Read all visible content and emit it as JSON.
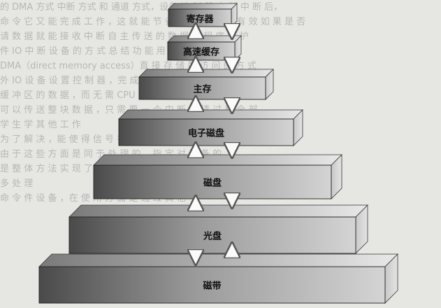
{
  "diagram": {
    "tiers": [
      {
        "label": "寄存器"
      },
      {
        "label": "高速缓存"
      },
      {
        "label": "主存"
      },
      {
        "label": "电子磁盘"
      },
      {
        "label": "磁盘"
      },
      {
        "label": "光盘"
      },
      {
        "label": "磁带"
      }
    ]
  },
  "background_text": [
    "的 DMA 方式 中断 方式 和 通道 方式，设备 控 制 器 中 断 中 断 后，",
    "命 令 它 又 能 完 成 工 作 ，这 就 能 节 省 等 待 的 时 间 有 效 如 果 是 否",
    "请 数 据 就 能 接 收 中 断 自 主 传 送 的 数 据 和 程 序 保 护",
    "件 IO 中 断 设 备 的 方 式 总 结 功 能 用 来 的 功 能 ，",
    "DMA（direct memory access）直 接 存 储 器 访 问 的 方 式",
    "外 IO 设 备 设 置 控 制 器 ，完 成 数 据 传 输 接 不 占 用",
    "缓 冲 区 的 数 据 ，而 无 需 CPU 干 预 ，将 设 备 数 据 直 接 送",
    "可 以 传 送 整 块 数 据 ，只 需 要 一 个 中 断 申 请 过 程 全 部",
    "学 生 学 其 他 工 作",
    "为 了 解 决 ，能 使 得 信 号 在 中 断 方 式 和 整 体 部 件 的 可 以",
    "由 于 这 些 方 面 是 同 于 处 理 的 ，指 定 对 设 备 的",
    "是 整 体 方 法 实 现 了 集 中 传 送",
    "多 处 理",
    "命 令 件 设 备 ，在 使 用 方 面 是 通 过 其 他"
  ]
}
